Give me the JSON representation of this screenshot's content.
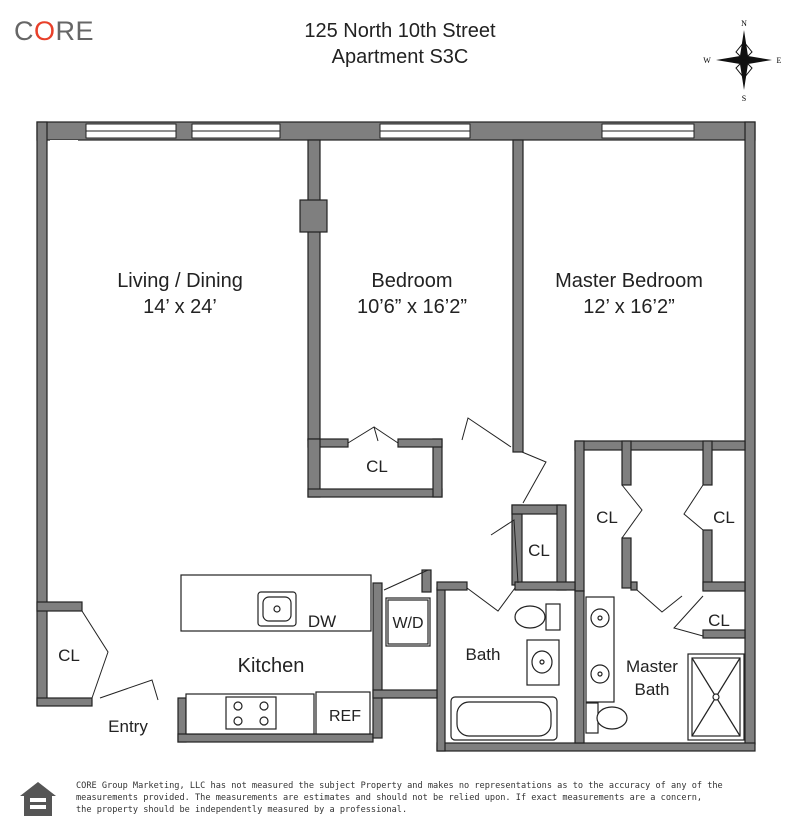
{
  "brand": {
    "logo_prefix": "C",
    "logo_accent": "O",
    "logo_suffix": "RE",
    "accent_color": "#e8402a"
  },
  "header": {
    "address": "125 North 10th Street",
    "unit": "Apartment S3C"
  },
  "compass": {
    "north": "N",
    "south": "S",
    "east": "E",
    "west": "W"
  },
  "rooms": {
    "living_name": "Living / Dining",
    "living_dims": "14’ x 24’",
    "bedroom_name": "Bedroom",
    "bedroom_dims": "10’6” x 16’2”",
    "master_name": "Master Bedroom",
    "master_dims": "12’ x 16’2”",
    "kitchen": "Kitchen",
    "bath": "Bath",
    "master_bath_l1": "Master",
    "master_bath_l2": "Bath",
    "entry": "Entry"
  },
  "fixtures": {
    "closet": "CL",
    "dishwasher": "DW",
    "washer_dryer": "W/D",
    "refrigerator": "REF"
  },
  "disclaimer": {
    "line1": "CORE Group Marketing, LLC has not measured the subject Property and makes no representations as to the accuracy of any of the",
    "line2": "measurements provided. The measurements are estimates and should not be relied upon. If exact measurements are a concern,",
    "line3": "the property should be independently measured by a professional."
  }
}
